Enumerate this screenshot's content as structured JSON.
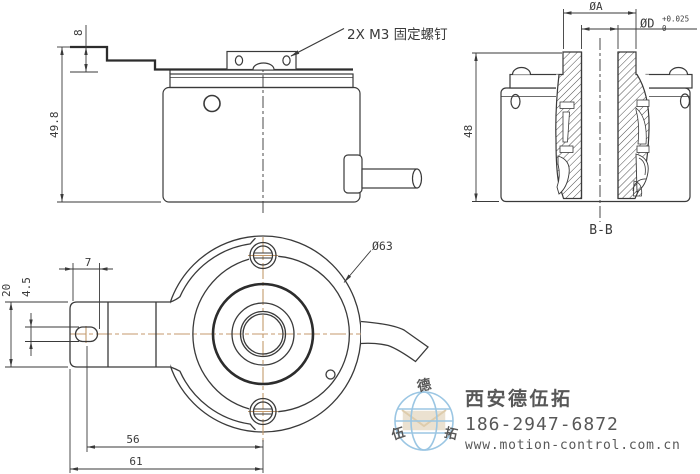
{
  "side_view": {
    "screw_note": "2X M3 固定螺钉",
    "dim_height": "49.8",
    "dim_tether": "8"
  },
  "section_view": {
    "dim_height": "48",
    "dim_outer": "ØA",
    "dim_bore": "ØD",
    "bore_tol_upper": "+0.025",
    "bore_tol_lower": "0",
    "label": "B-B"
  },
  "top_view": {
    "dim_diameter": "Ø63",
    "dim_tab_len": "7",
    "dim_tab_width": "20",
    "dim_slot": "4.5",
    "dim_slot_to_center": "56",
    "dim_edge_to_center": "61"
  },
  "watermark": {
    "company": "西安德伍拓",
    "phone": "186-2947-6872",
    "website": "www.motion-control.com.cn",
    "logo_char_top": "德",
    "logo_char_left": "伍",
    "logo_char_right": "拓",
    "colors": {
      "green": "#5ea352",
      "blue": "#7fb2d9",
      "gray": "#9e9e9e",
      "beige": "#e8dcc8",
      "line": "#3a3a3a",
      "centerline": "#c49a6c"
    }
  }
}
